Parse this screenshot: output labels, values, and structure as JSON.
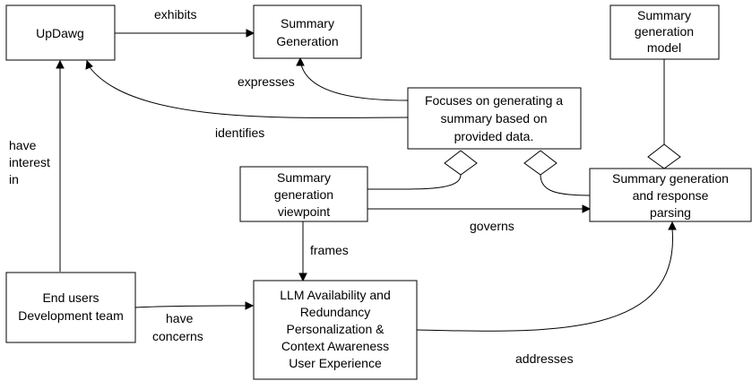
{
  "nodes": {
    "updawg": "UpDawg",
    "summary_generation": [
      "Summary",
      "Generation"
    ],
    "summary_generation_model": [
      "Summary",
      "generation",
      "model"
    ],
    "focuses_note": [
      "Focuses on generating a",
      "summary based on",
      "provided data."
    ],
    "viewpoint": [
      "Summary",
      "generation",
      "viewpoint"
    ],
    "response_parsing": [
      "Summary generation",
      "and response",
      "parsing"
    ],
    "end_users": [
      "End users",
      "Development team"
    ],
    "concerns": [
      "LLM Availability and",
      "Redundancy",
      "Personalization &",
      "Context Awareness",
      "User Experience"
    ]
  },
  "edges": {
    "exhibits": "exhibits",
    "expresses": "expresses",
    "identifies": "identifies",
    "have_interest_in": [
      "have",
      "interest",
      "in"
    ],
    "frames": "frames",
    "governs": "governs",
    "have_concerns": [
      "have",
      "concerns"
    ],
    "addresses": "addresses"
  }
}
